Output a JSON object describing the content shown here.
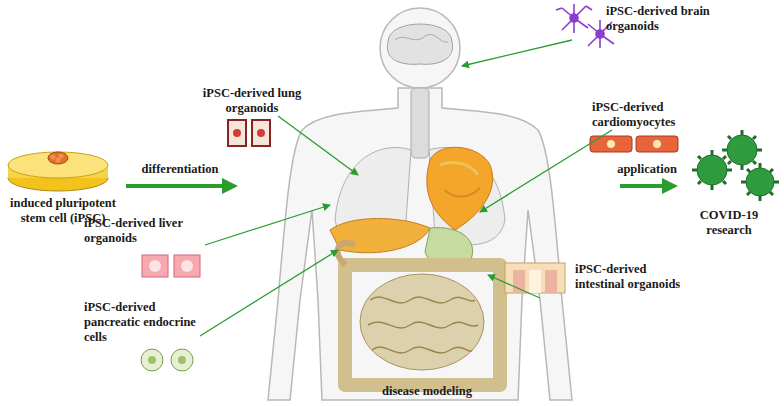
{
  "diagram": {
    "nodes": [
      {
        "text": [
          "induced pluripotent stem cell (iPSC)"
        ]
      },
      {
        "text": [
          "disease modeling"
        ]
      },
      {
        "text": [
          "COVID-19 research"
        ]
      }
    ],
    "edges": [
      {
        "from": 0,
        "to": 1,
        "label": "differentiation",
        "arrow": "to"
      },
      {
        "from": 1,
        "to": 2,
        "label": "application",
        "arrow": "to"
      }
    ],
    "labels": [
      "iPSC-derived brain organoids",
      "iPSC-derived lung organoids",
      "iPSC-derived cardiomyocytes",
      "iPSC-derived liver organoids",
      "iPSC-derived pancreatic endocrine cells",
      "iPSC-derived intestinal organoids"
    ]
  }
}
